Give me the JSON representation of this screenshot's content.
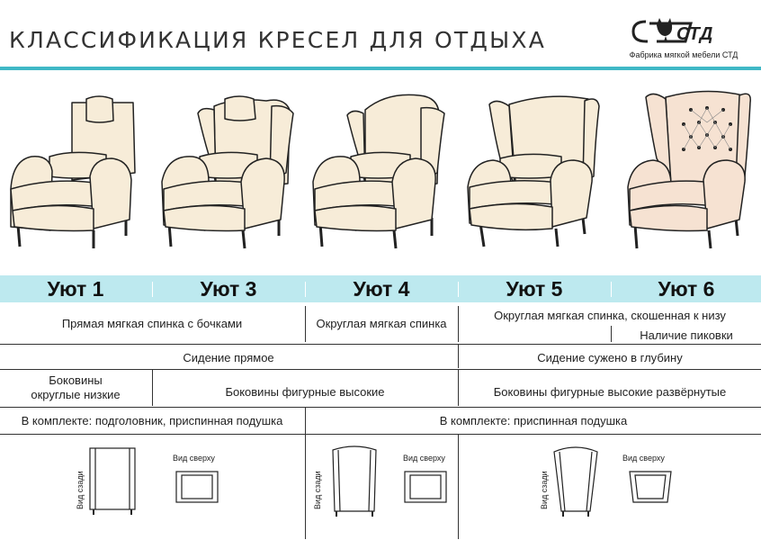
{
  "title": "КЛАССИФИКАЦИЯ КРЕСЕЛ ДЛЯ ОТДЫХА",
  "logo": {
    "mark": "СТД",
    "subtitle": "Фабрика мягкой мебели СТД",
    "icon": "cat-logo-icon"
  },
  "colors": {
    "accent": "#3fb8c6",
    "band": "#bde9ef",
    "upholstery": "#f7ecd8",
    "upholstery_pink": "#f6e2d2",
    "outline": "#222222"
  },
  "models": [
    "Уют 1",
    "Уют 3",
    "Уют 4",
    "Уют 5",
    "Уют 6"
  ],
  "rows": {
    "back_a": "Прямая мягкая спинка с бочками",
    "back_b": "Округлая мягкая спинка",
    "back_c": "Округлая мягкая спинка, скошенная к низу",
    "tufting": "Наличие пиковки",
    "seat_a": "Сидение прямое",
    "seat_b": "Сидение сужено в глубину",
    "arms_a": "Боковины\nокруглые низкие",
    "arms_b": "Боковины фигурные высокие",
    "arms_c": "Боковины фигурные высокие развёрнутые",
    "kit_a": "В комплекте: подголовник, приспинная подушка",
    "kit_b": "В комплекте: приспинная подушка"
  },
  "views": {
    "back": "Вид сзади",
    "top": "Вид сверху"
  }
}
